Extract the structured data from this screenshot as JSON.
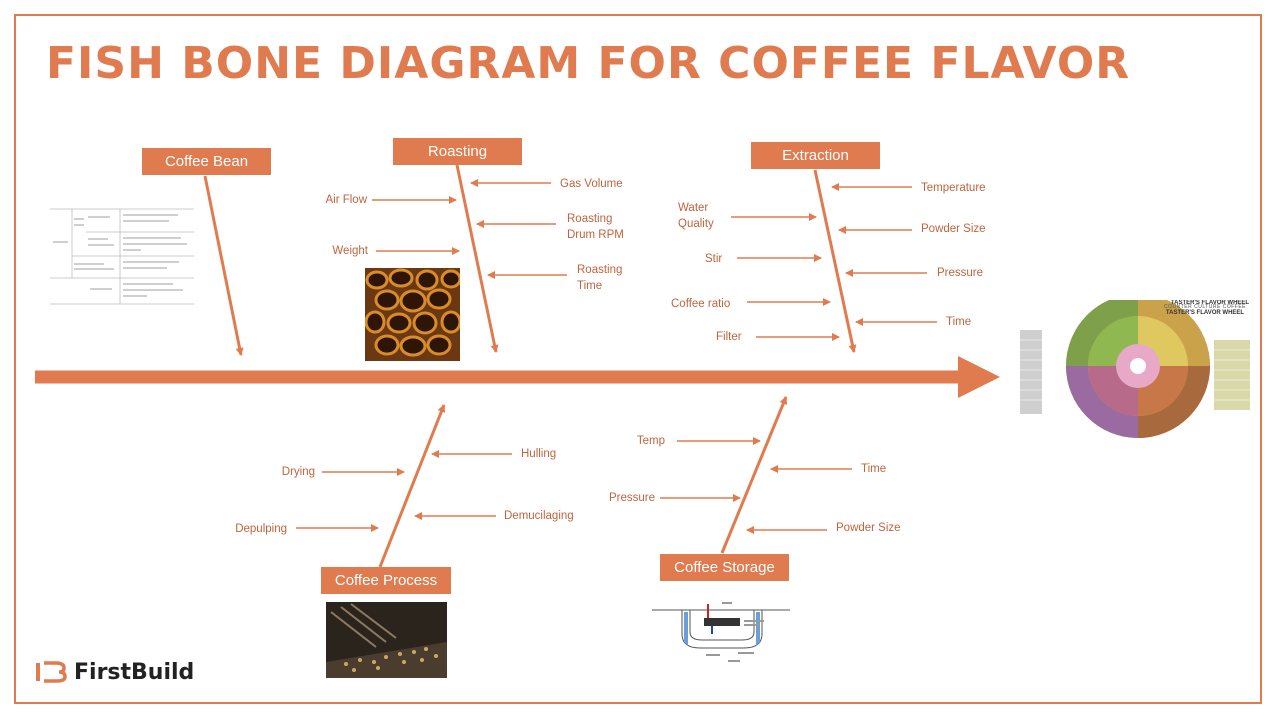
{
  "title": "FISH BONE DIAGRAM FOR COFFEE FLAVOR",
  "categories": {
    "coffee_bean": "Coffee Bean",
    "roasting": "Roasting",
    "extraction": "Extraction",
    "coffee_process": "Coffee Process",
    "coffee_storage": "Coffee Storage"
  },
  "causes": {
    "roasting": {
      "air_flow": "Air Flow",
      "weight": "Weight",
      "gas_volume": "Gas Volume",
      "drum_rpm_line1": "Roasting",
      "drum_rpm_line2": "Drum RPM",
      "time_line1": "Roasting",
      "time_line2": "Time"
    },
    "extraction": {
      "water_quality_line1": "Water",
      "water_quality_line2": "Quality",
      "stir": "Stir",
      "coffee_ratio": "Coffee ratio",
      "filter": "Filter",
      "temperature": "Temperature",
      "powder_size": "Powder Size",
      "pressure": "Pressure",
      "time": "Time"
    },
    "coffee_process": {
      "drying": "Drying",
      "depulping": "Depulping",
      "hulling": "Hulling",
      "demucilaging": "Demucilaging"
    },
    "coffee_storage": {
      "temp": "Temp",
      "pressure": "Pressure",
      "time": "Time",
      "powder_size": "Powder Size"
    }
  },
  "flavor_wheel": {
    "brand": "COUNTER CULTURE COFFEE",
    "title": "TASTER'S FLAVOR WHEEL"
  },
  "logo": {
    "text": "FirstBuild"
  },
  "colors": {
    "accent": "#e07b4f",
    "label": "#c0643d"
  },
  "icons": {
    "logo_mark": "firstbuild-logo-icon"
  }
}
